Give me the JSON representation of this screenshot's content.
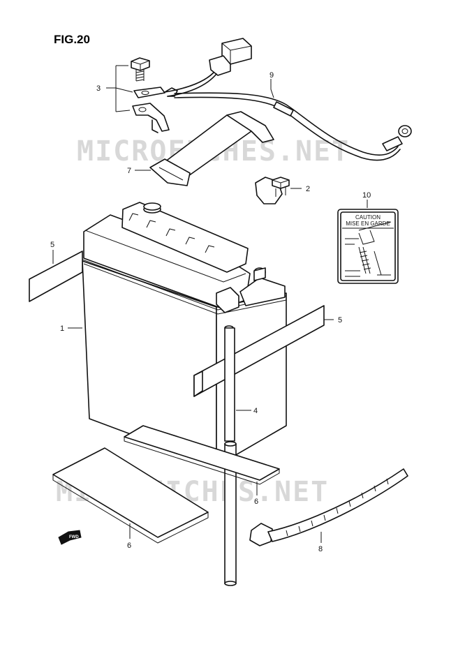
{
  "figure_title": "FIG.20",
  "watermark": "MICROFICHES.NET",
  "fwd_label": "FWD",
  "caution_label": {
    "line1": "CAUTION",
    "line2": "MISE EN GARDE"
  },
  "callouts": [
    {
      "number": "1",
      "part": "battery"
    },
    {
      "number": "2",
      "part": "terminal-bolt"
    },
    {
      "number": "3",
      "part": "bolt-and-lead-terminal"
    },
    {
      "number": "4",
      "part": "breather-hose"
    },
    {
      "number": "5",
      "part": "battery-spacer-left"
    },
    {
      "number": "5",
      "part": "battery-spacer-right"
    },
    {
      "number": "6",
      "part": "battery-pad-upper"
    },
    {
      "number": "6",
      "part": "battery-pad-lower"
    },
    {
      "number": "7",
      "part": "battery-band"
    },
    {
      "number": "8",
      "part": "cable-clamp"
    },
    {
      "number": "9",
      "part": "lead-wire"
    },
    {
      "number": "10",
      "part": "caution-label"
    }
  ]
}
